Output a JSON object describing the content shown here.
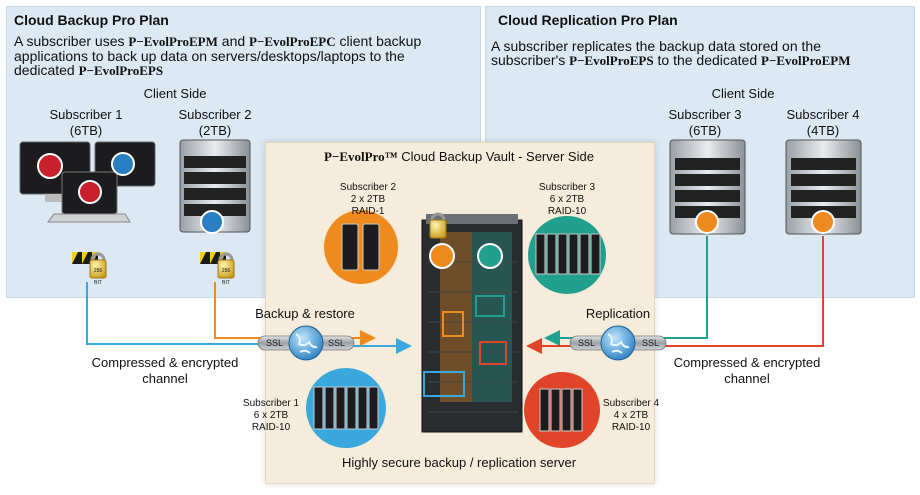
{
  "left_panel": {
    "title": "Cloud Backup Pro Plan",
    "desc_line1_a": "A subscriber uses ",
    "desc_line1_brand1": "P−EvolProEPM",
    "desc_line1_b": " and ",
    "desc_line1_brand2": "P−EvolProEPC",
    "desc_line1_c": " client backup",
    "desc_line2": "applications to back up data on servers/desktops/laptops to the",
    "desc_line3_a": "dedicated ",
    "desc_line3_brand": "P−EvolProEPS",
    "client_side": "Client Side",
    "sub1_name": "Subscriber 1",
    "sub1_size": "(6TB)",
    "sub2_name": "Subscriber 2",
    "sub2_size": "(2TB)"
  },
  "right_panel": {
    "title": "Cloud Replication Pro Plan",
    "desc_line1": "A subscriber replicates the backup data stored on the",
    "desc_line2_a": "subscriber's ",
    "desc_line2_brand1": "P−EvolProEPS",
    "desc_line2_b": " to the dedicated ",
    "desc_line2_brand2": "P−EvolProEPM",
    "client_side": "Client Side",
    "sub3_name": "Subscriber 3",
    "sub3_size": "(6TB)",
    "sub4_name": "Subscriber 4",
    "sub4_size": "(4TB)"
  },
  "vault": {
    "title_brand": "P−EvolPro™",
    "title_rest": " Cloud Backup Vault - Server Side",
    "bottom": "Highly secure backup / replication server",
    "sub2": [
      "Subscriber 2",
      "2 x 2TB",
      "RAID-1"
    ],
    "sub3": [
      "Subscriber 3",
      "6 x 2TB",
      "RAID-10"
    ],
    "sub1": [
      "Subscriber 1",
      "6 x 2TB",
      "RAID-10"
    ],
    "sub4": [
      "Subscriber 4",
      "4 x 2TB",
      "RAID-10"
    ]
  },
  "flows": {
    "backup_restore": "Backup & restore",
    "replication": "Replication",
    "ssl": "SSL",
    "channel_left_1": "Compressed & encrypted",
    "channel_left_2": "channel",
    "channel_right_1": "Compressed & encrypted",
    "channel_right_2": "channel",
    "lock_text": "256 BIT"
  },
  "colors": {
    "panel_bg": "#dce8f2",
    "vault_bg": "#f6ecdb",
    "blue": "#3aa8dc",
    "orange": "#ef8a1e",
    "teal": "#21a08f",
    "red": "#e0452a",
    "evolpro_red": "#c8202d"
  },
  "icons": [
    "laptop-icon",
    "desktop-icon",
    "server-tower-icon",
    "server-rack-icon",
    "padlock-icon",
    "globe-icon",
    "disk-array-icon",
    "arrow-icon"
  ]
}
